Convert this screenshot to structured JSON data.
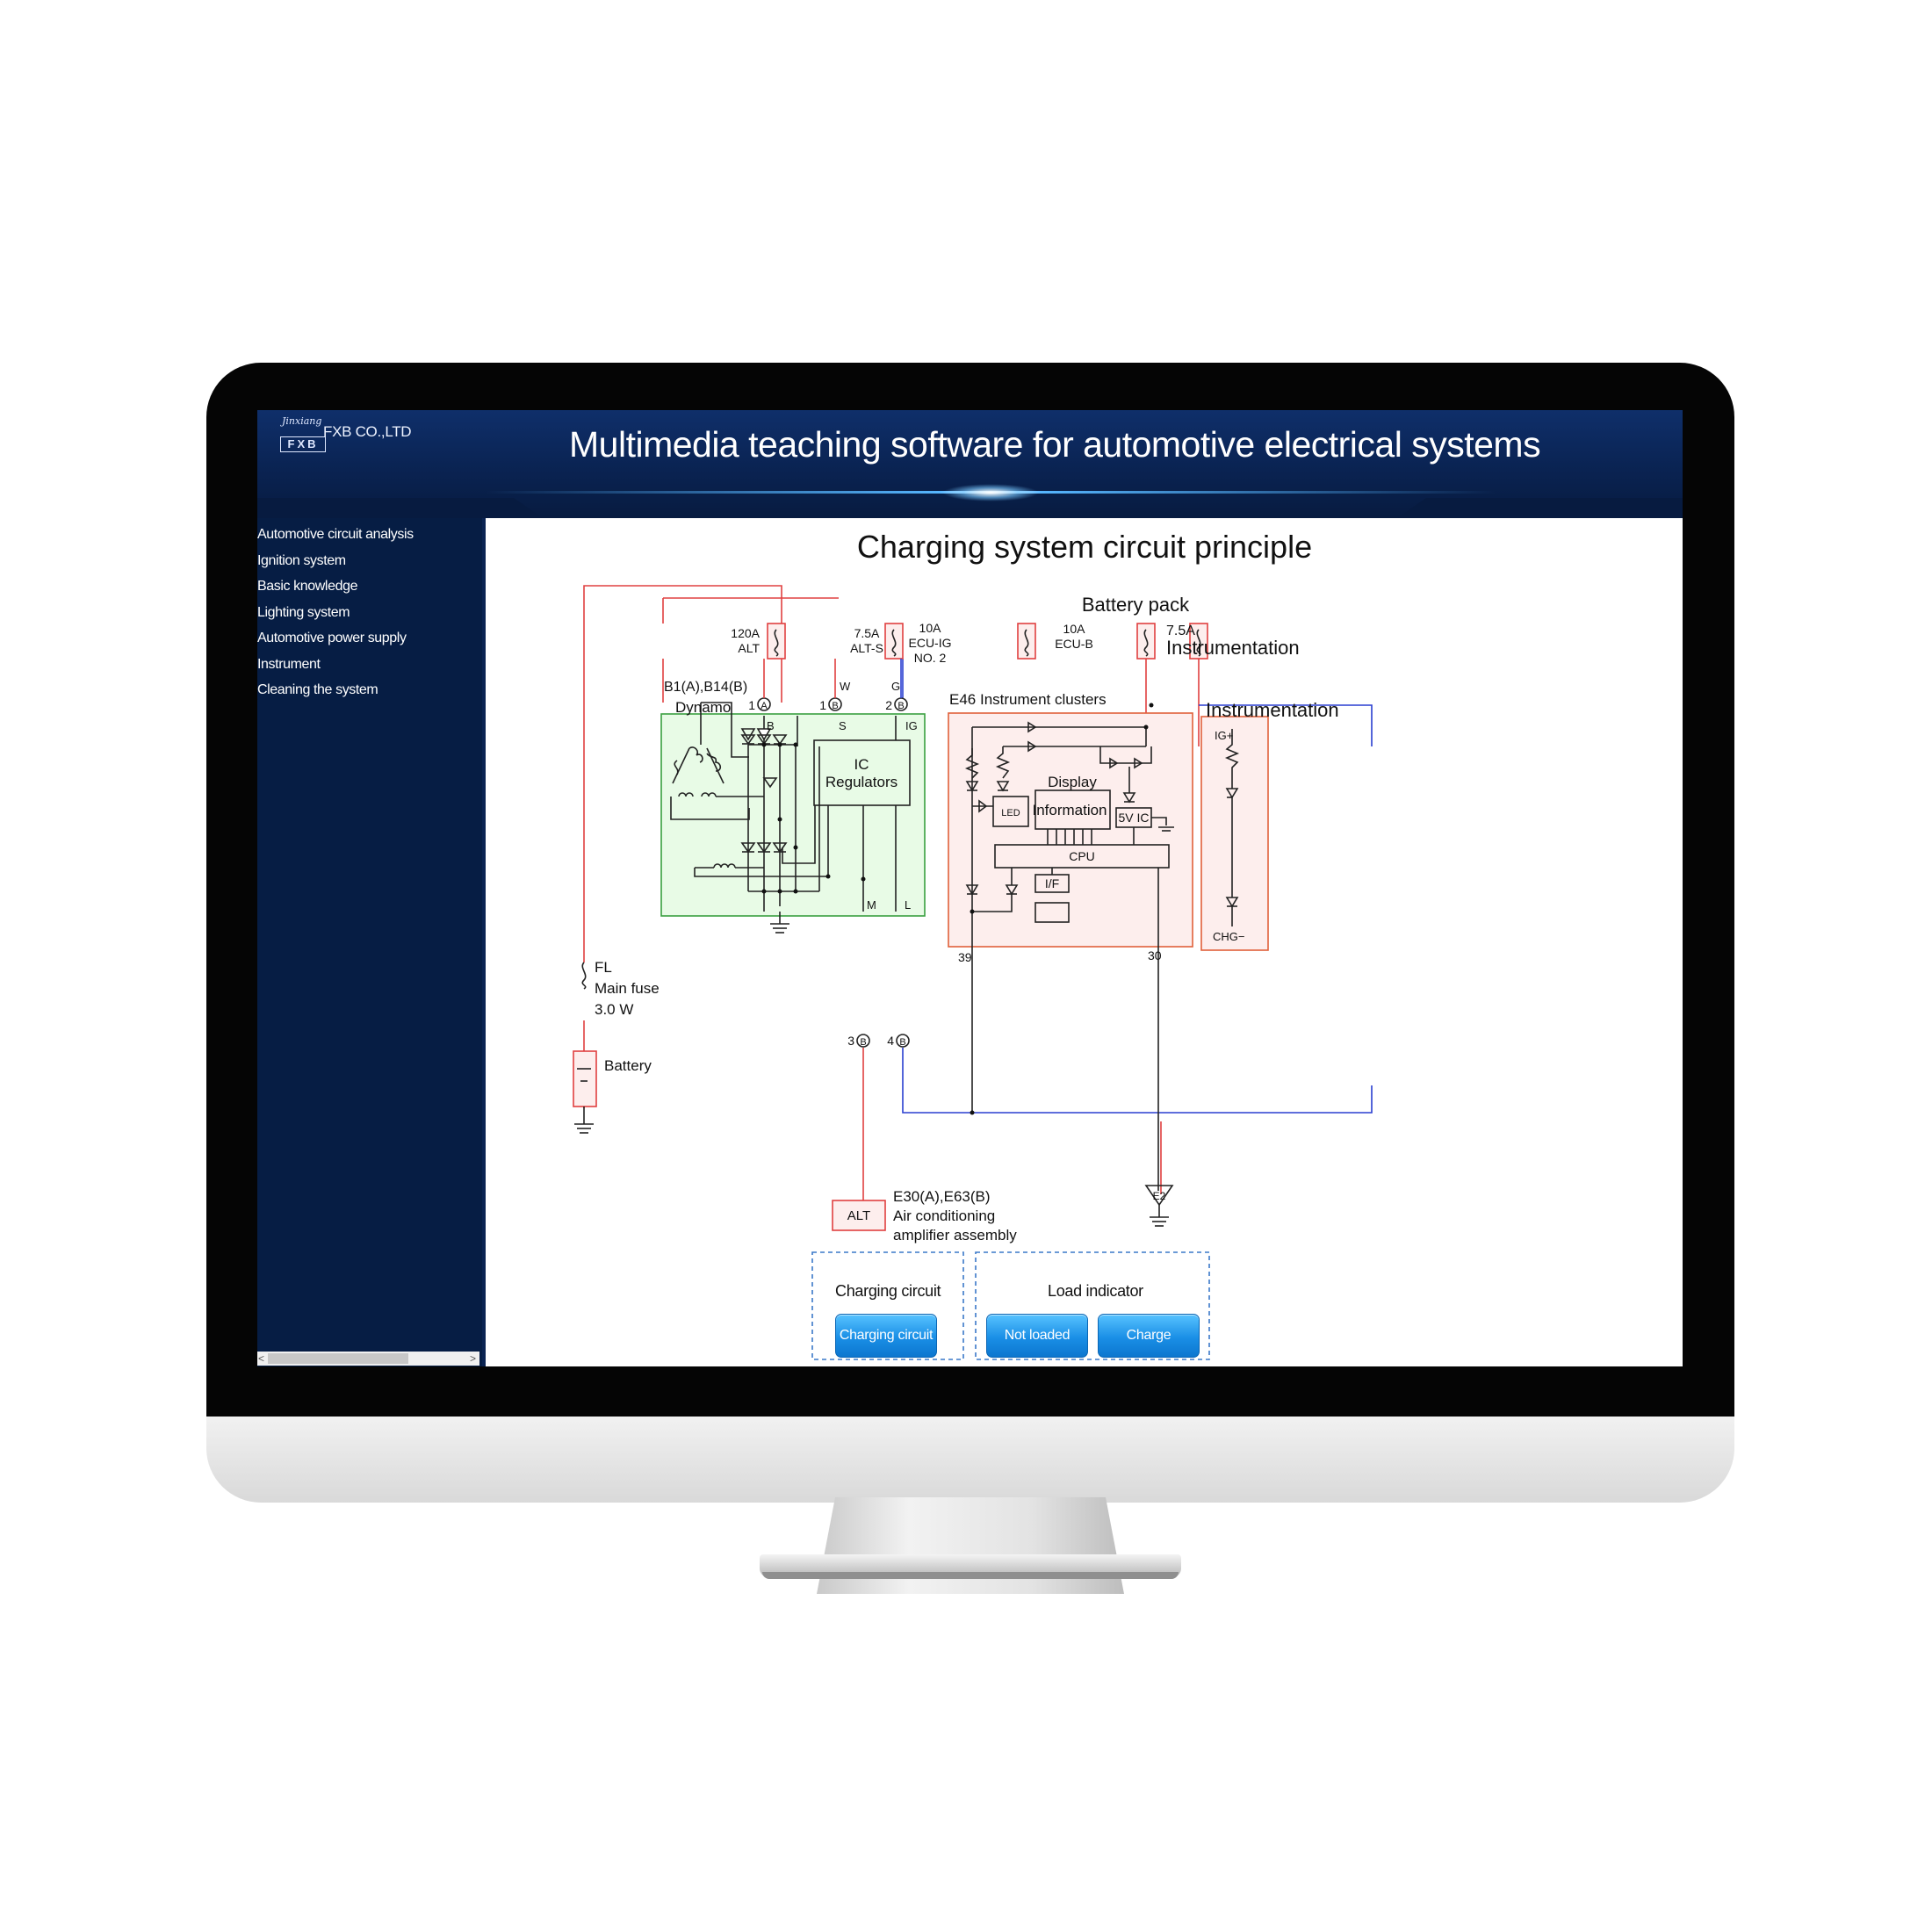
{
  "app": {
    "company": "FXB CO.,LTD",
    "logo_word": "Jinxiang",
    "logo_letters": "FXB",
    "title": "Multimedia teaching software for automotive electrical systems"
  },
  "sidebar": {
    "items": [
      {
        "label": "Automotive circuit analysis"
      },
      {
        "label": "Ignition system"
      },
      {
        "label": "Basic knowledge"
      },
      {
        "label": "Lighting system"
      },
      {
        "label": "Automotive power supply"
      },
      {
        "label": "Instrument"
      },
      {
        "label": "Cleaning the system"
      }
    ],
    "scroll_left": "<",
    "scroll_right": ">"
  },
  "diagram": {
    "title": "Charging system circuit principle",
    "battery_pack": "Battery pack",
    "fuse_120a": "120A",
    "fuse_alt": "ALT",
    "fuse_75a": "7.5A",
    "fuse_alts": "ALT-S",
    "fuse_10a": "10A",
    "fuse_ecuig": "ECU-IG",
    "fuse_no2": "NO. 2",
    "fuse_10a_b": "10A",
    "fuse_ecub": "ECU-B",
    "fuse_75a_b": "7.5A",
    "fuse_instrumentation": "Instrumentation",
    "dynamo_code": "B1(A),B14(B)",
    "dynamo": "Dynamo",
    "pin_w": "W",
    "pin_g": "G",
    "pin_1a": "1",
    "pin_1b": "1",
    "pin_2": "2",
    "circle_a": "A",
    "circle_b": "B",
    "term_b": "B",
    "term_s": "S",
    "term_ig": "IG",
    "ic_line1": "IC",
    "ic_line2": "Regulators",
    "term_m": "M",
    "term_l": "L",
    "pin_3": "3",
    "pin_4": "4",
    "e46": "E46  Instrument clusters",
    "instrumentation_right": "Instrumentation",
    "ig_plus": "IG+",
    "chg_minus": "CHG−",
    "display": "Display",
    "led": "LED",
    "information": "Information",
    "five_v_ic": "5V  IC",
    "cpu": "CPU",
    "i_f": "I/F",
    "pin_39": "39",
    "pin_30": "30",
    "fl": "FL",
    "main_fuse": "Main fuse",
    "main_fuse_rating": "3.0 W",
    "battery": "Battery",
    "alt_box": "ALT",
    "ac_code": "E30(A),E63(B)",
    "ac_line1": "Air conditioning",
    "ac_line2": "amplifier assembly",
    "e2": "E2"
  },
  "controls": {
    "charging_circuit_label": "Charging circuit",
    "charging_circuit_button": "Charging circuit",
    "load_indicator_label": "Load indicator",
    "not_loaded_button": "Not loaded",
    "charge_button": "Charge"
  },
  "colors": {
    "header_bg": "#0a2352",
    "sidebar_bg": "#061d44",
    "wire_red": "#e04040",
    "wire_blue": "#2a3fd0",
    "dynamo_fill": "#e8fbe6",
    "cluster_fill": "#fdeeed",
    "button_blue": "#1a8fe6"
  }
}
